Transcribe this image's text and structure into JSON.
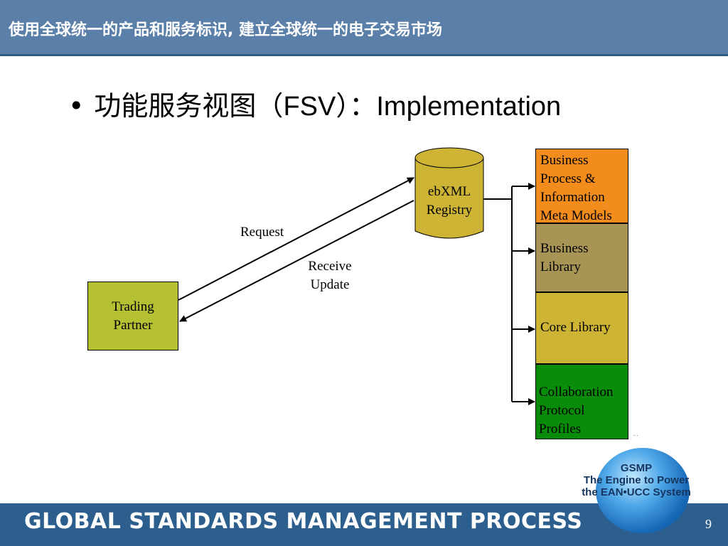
{
  "header": {
    "title": "使用全球统一的产品和服务标识, 建立全球统一的电子交易市场"
  },
  "bullet": {
    "symbol": "•",
    "cn": "功能服务视图（",
    "en1": "FSV",
    "cn2": "）：",
    "en2": "Implementation"
  },
  "diagram": {
    "trading_partner": [
      "Trading",
      "Partner"
    ],
    "registry": [
      "ebXML",
      "Registry"
    ],
    "request_label": "Request",
    "receive_label": [
      "Receive",
      "Update"
    ],
    "stack": {
      "bp_meta": [
        "Business",
        "Process &",
        "Information",
        "Meta Models"
      ],
      "business_library": [
        "Business",
        "Library"
      ],
      "core_library": "Core Library",
      "cpp": [
        "Collaboration",
        "Protocol Profiles"
      ]
    },
    "small_mark": "..."
  },
  "logo": {
    "line1": "GSMP",
    "line2": "The Engine to Power",
    "line3": "the EAN•UCC System"
  },
  "footer": {
    "text": "GLOBAL STANDARDS MANAGEMENT PROCESS",
    "page_number": "9"
  },
  "colors": {
    "title_bar": "#5a7fa8",
    "footer_bar": "#2d5f8e",
    "trading_partner": "#b5c032",
    "registry": "#cdb435",
    "bp_meta": "#f28c1c",
    "business_library": "#a89556",
    "core_library": "#cdb435",
    "cpp": "#098c0a"
  }
}
